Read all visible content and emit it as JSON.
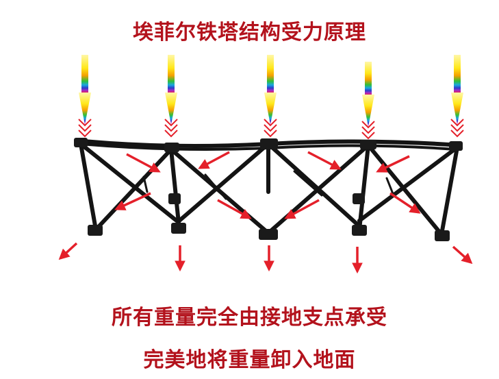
{
  "header": {
    "title": "埃菲尔铁塔结构受力原理"
  },
  "captions": {
    "line1": "所有重量完全由接地支点承受",
    "line2": "完美地将重量卸入地面"
  },
  "colors": {
    "title": "#b3121c",
    "arrow": "#e4202a",
    "frame": "#141414",
    "gradient": [
      "#ffe81a",
      "#f5a000",
      "#2fbf3a",
      "#1aa7e0",
      "#2b3fc9",
      "#9b2fc9",
      "#e0206a"
    ]
  },
  "legend": {
    "load_arrows": [
      "load-arrow",
      "load-arrow",
      "load-arrow",
      "load-arrow",
      "load-arrow"
    ],
    "ground_arrows": [
      "ground-arrow",
      "ground-arrow",
      "ground-arrow",
      "ground-arrow",
      "ground-arrow"
    ]
  }
}
